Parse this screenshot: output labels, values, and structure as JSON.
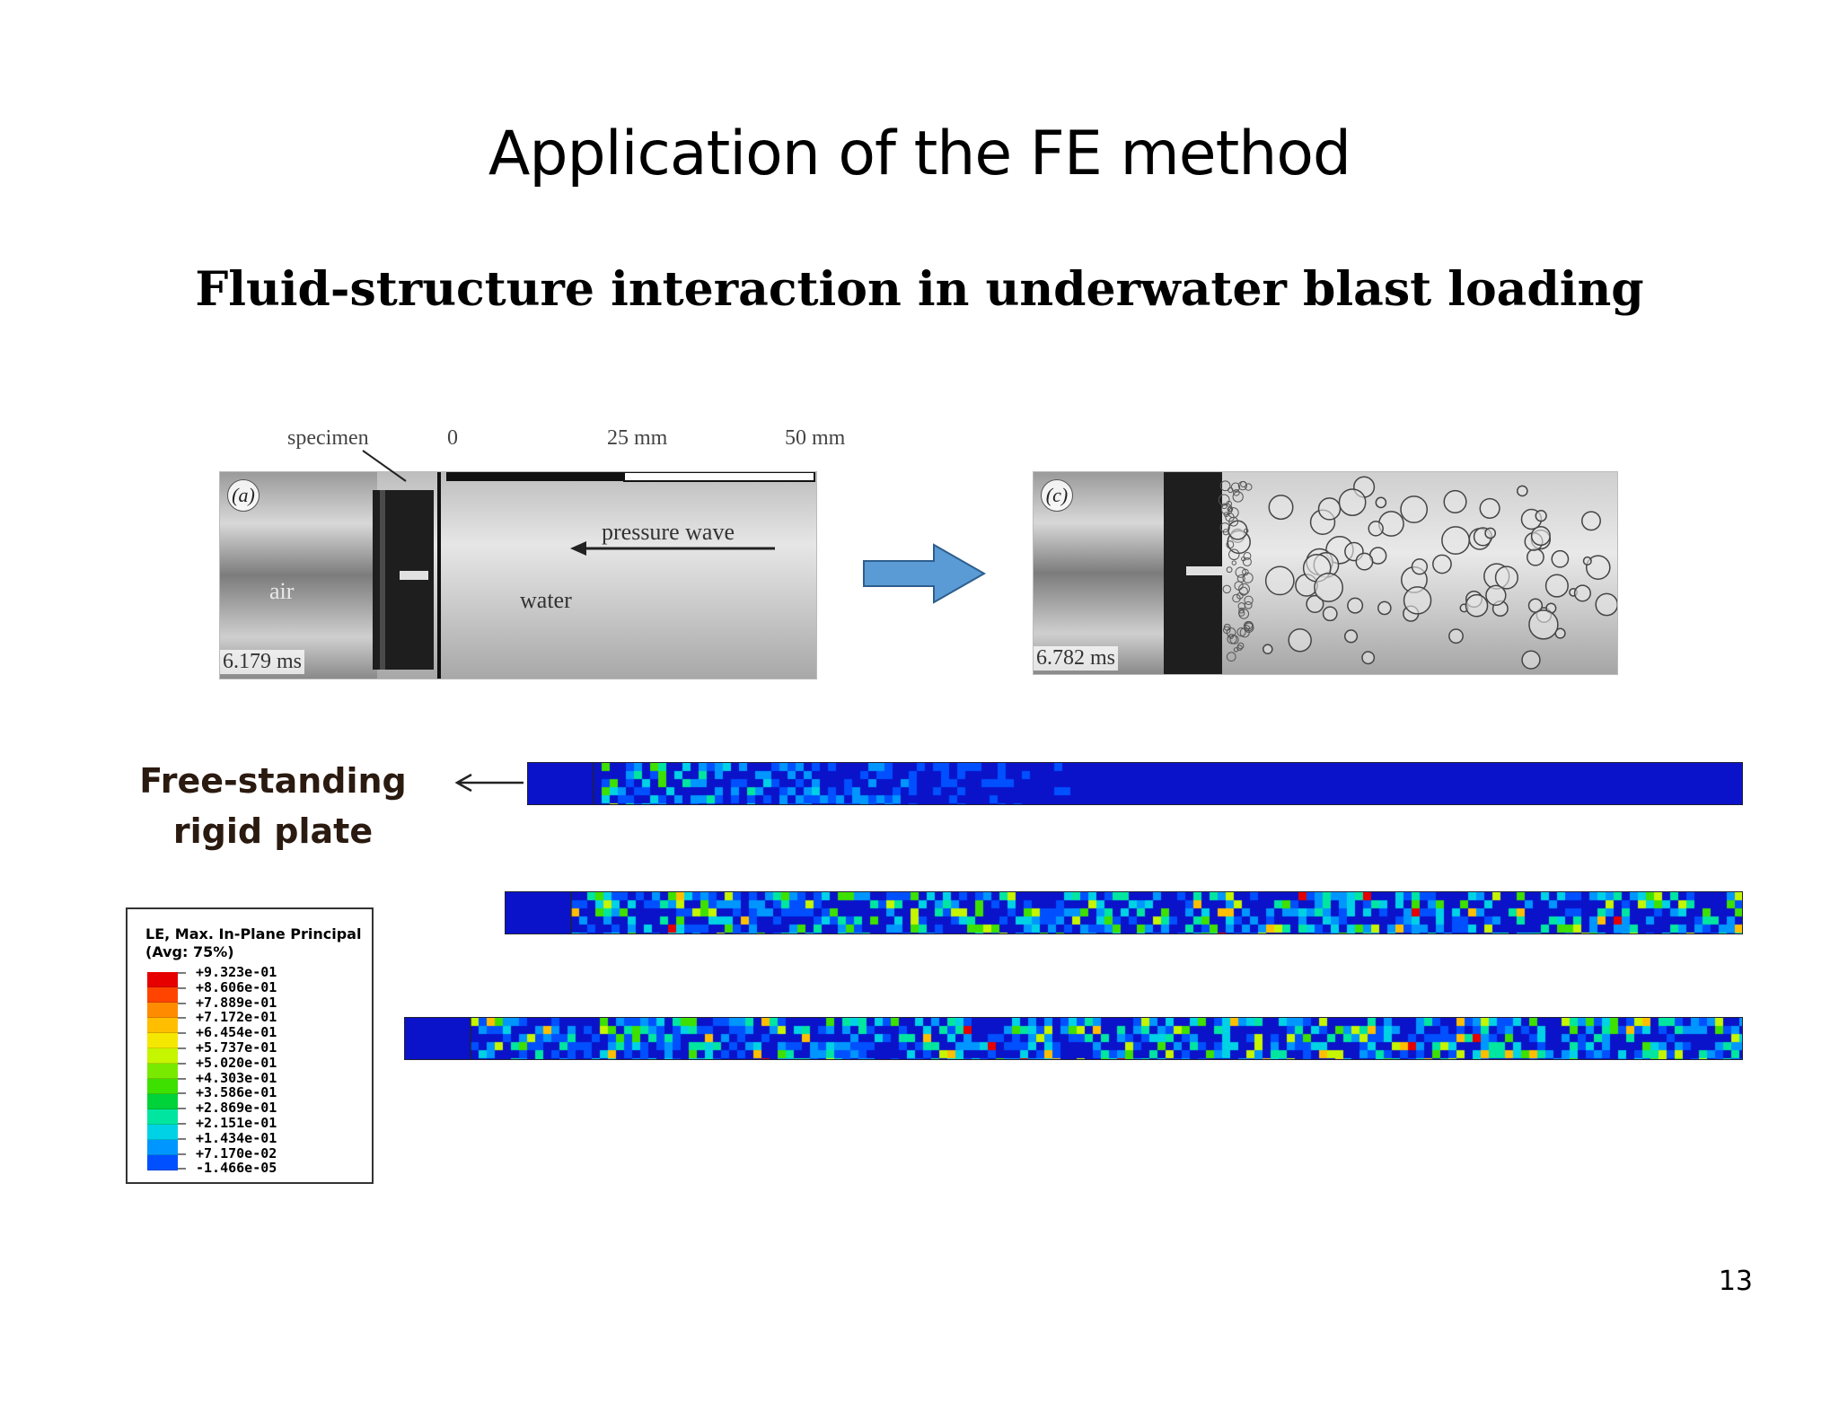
{
  "slide": {
    "title": "Application of the FE method",
    "subtitle": "Fluid-structure interaction in underwater blast loading",
    "page_number": "13"
  },
  "figure_a": {
    "panel_label": "(a)",
    "specimen_label": "specimen",
    "scale_labels": [
      "0",
      "25 mm",
      "50 mm"
    ],
    "pressure_wave_label": "pressure wave",
    "air_label": "air",
    "water_label": "water",
    "time": "6.179 ms"
  },
  "figure_c": {
    "panel_label": "(c)",
    "time": "6.782 ms"
  },
  "plate_label": "Free-standing rigid plate",
  "legend": {
    "title": "LE, Max. In-Plane Principal",
    "subtitle": "(Avg: 75%)",
    "values": [
      "+9.323e-01",
      "+8.606e-01",
      "+7.889e-01",
      "+7.172e-01",
      "+6.454e-01",
      "+5.737e-01",
      "+5.020e-01",
      "+4.303e-01",
      "+3.586e-01",
      "+2.869e-01",
      "+2.151e-01",
      "+1.434e-01",
      "+7.170e-02",
      "-1.466e-05"
    ],
    "colors": [
      "#e60000",
      "#ff4400",
      "#ff8c00",
      "#ffbf00",
      "#f5e800",
      "#c6f500",
      "#7ae900",
      "#3ee000",
      "#00d23a",
      "#00e6a0",
      "#00d2e6",
      "#0096ff",
      "#0050ff",
      "#0a13c9"
    ]
  },
  "colors": {
    "arrow_fill": "#5b9bd5",
    "arrow_stroke": "#2e5e8e",
    "model_base": "#0a13c9"
  }
}
